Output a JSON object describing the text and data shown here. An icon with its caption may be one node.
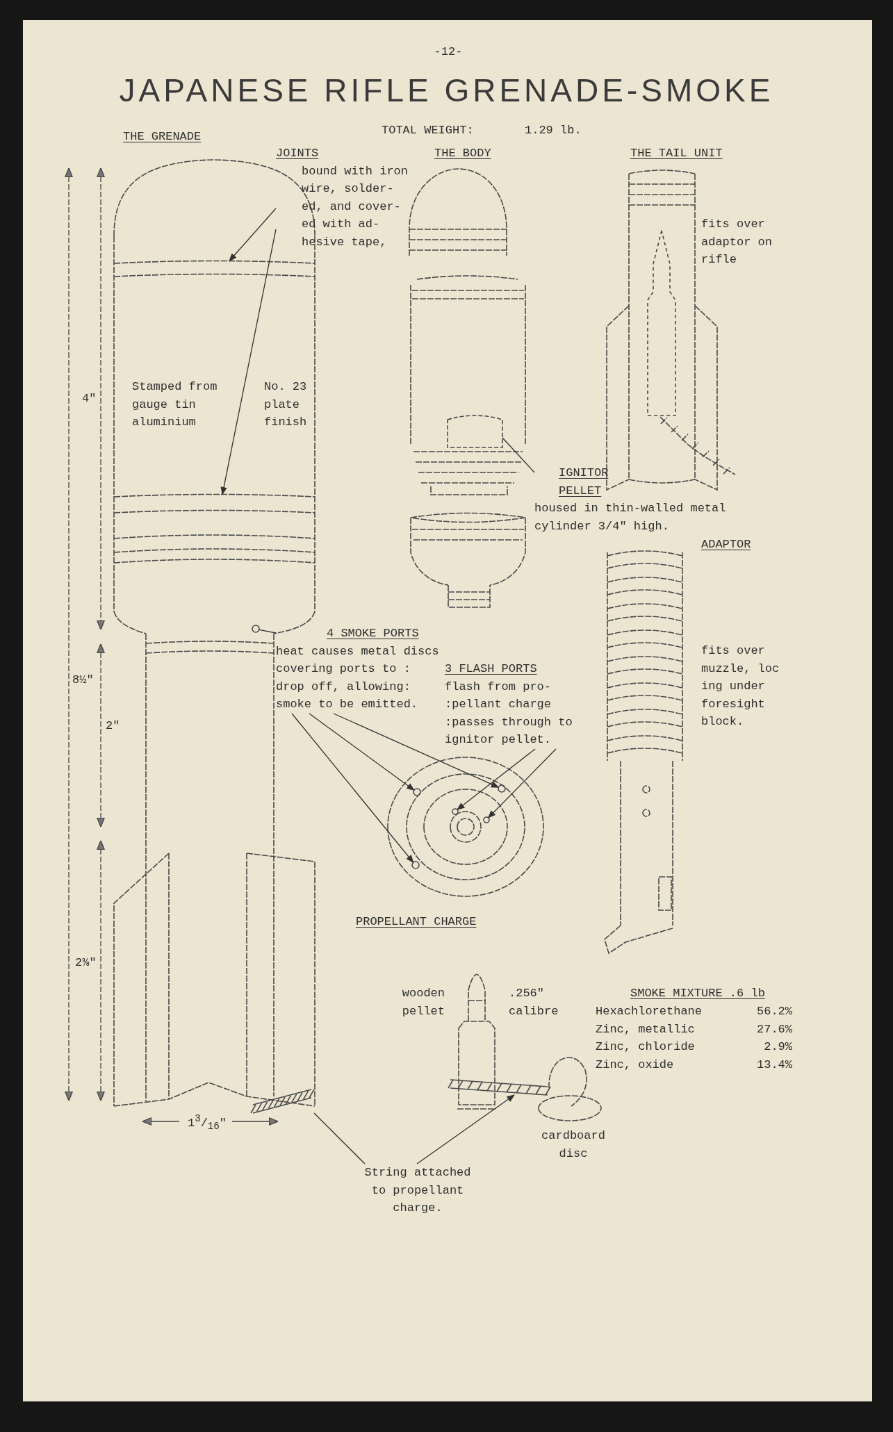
{
  "diagram": {
    "title": "JAPANESE RIFLE GRENADE-SMOKE",
    "nodes": [
      {
        "text": [
          "JOINTS",
          "bound with iron wire, solder- ed, and cover- ed with ad- hesive tape,"
        ]
      },
      {
        "text": [],
        "shape": "bar"
      },
      {
        "text": [],
        "shape": "bar"
      },
      {
        "text": [
          "IGNITOR PELLET",
          "housed in thin-walled metal cylinder 3/4\" high."
        ]
      },
      {
        "text": [],
        "shape": "cylinder"
      },
      {
        "text": [
          "4 SMOKE PORTS",
          "heat causes metal discs covering ports to : drop off, allowing: smoke to be emitted."
        ]
      },
      {
        "text": [],
        "shape": "circle"
      },
      {
        "text": [
          "3 FLASH PORTS",
          "flash from pro- :pellant charge :passes through to ignitor pellet."
        ]
      },
      {
        "text": [],
        "shape": "circle"
      },
      {
        "text": [],
        "shape": "circle"
      },
      {
        "text": [],
        "shape": "circle"
      },
      {
        "text": [],
        "shape": "circle"
      },
      {
        "text": [],
        "shape": "circle"
      },
      {
        "text": [
          "String attached to propellant charge."
        ]
      },
      {
        "text": [],
        "shape": "picture"
      },
      {
        "text": [],
        "shape": "picture"
      }
    ],
    "edges": [
      {
        "from": 0,
        "to": 1,
        "arrow": "to"
      },
      {
        "from": 0,
        "to": 2,
        "arrow": "to"
      },
      {
        "from": 3,
        "to": 4,
        "arrow": "none"
      },
      {
        "from": 5,
        "to": 6,
        "arrow": "none"
      },
      {
        "from": 5,
        "to": 8,
        "arrow": "to"
      },
      {
        "from": 5,
        "to": 9,
        "arrow": "to"
      },
      {
        "from": 5,
        "to": 10,
        "arrow": "to"
      },
      {
        "from": 7,
        "to": 11,
        "arrow": "to"
      },
      {
        "from": 7,
        "to": 12,
        "arrow": "to"
      },
      {
        "from": 13,
        "to": 14,
        "arrow": "to"
      },
      {
        "from": 13,
        "to": 15,
        "arrow": "none"
      }
    ],
    "labels": [
      "-12-",
      "THE GRENADE",
      "TOTAL WEIGHT:",
      "1.29 lb.",
      "THE BODY",
      "THE TAIL UNIT",
      "fits over adaptor on rifle",
      "Stamped from gauge tin aluminium",
      "No. 23 plate finish",
      "4\"",
      "ADAPTOR",
      "fits over muzzle, loc ing under foresight block.",
      "8½\"",
      "2\"",
      "2⅜\"",
      "1$^{3}$/$_{16}$\"",
      "PROPELLANT CHARGE",
      "wooden pellet",
      ".256\" calibre",
      "SMOKE MIXTURE .6 lb",
      "Hexachlorethane",
      "56.2%",
      "Zinc, metallic",
      "27.6%",
      "Zinc, chloride",
      "2.9%",
      "Zinc, oxide",
      "13.4%",
      "cardboard disc"
    ]
  }
}
